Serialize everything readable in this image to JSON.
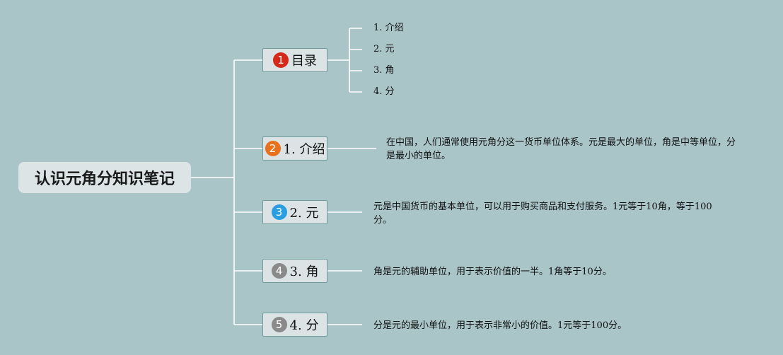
{
  "root": {
    "label": "认识元角分知识笔记"
  },
  "topics": [
    {
      "badge": "1",
      "label": "目录",
      "badge_color": "#d42a1a"
    },
    {
      "badge": "2",
      "label": "1. 介绍",
      "badge_color": "#e8711e"
    },
    {
      "badge": "3",
      "label": "2. 元",
      "badge_color": "#2a9ee0"
    },
    {
      "badge": "4",
      "label": "3. 角",
      "badge_color": "#8a8a8a"
    },
    {
      "badge": "5",
      "label": "4. 分",
      "badge_color": "#8a8a8a"
    }
  ],
  "toc_items": [
    "1. 介绍",
    "2. 元",
    "3. 角",
    "4. 分"
  ],
  "notes": [
    "在中国，人们通常使用元角分这一货币单位体系。元是最大的单位，角是中等单位，分是最小的单位。",
    "元是中国货币的基本单位，可以用于购买商品和支付服务。1元等于10角，等于100分。",
    "角是元的辅助单位，用于表示价值的一半。1角等于10分。",
    "分是元的最小单位，用于表示非常小的价值。1元等于100分。"
  ]
}
